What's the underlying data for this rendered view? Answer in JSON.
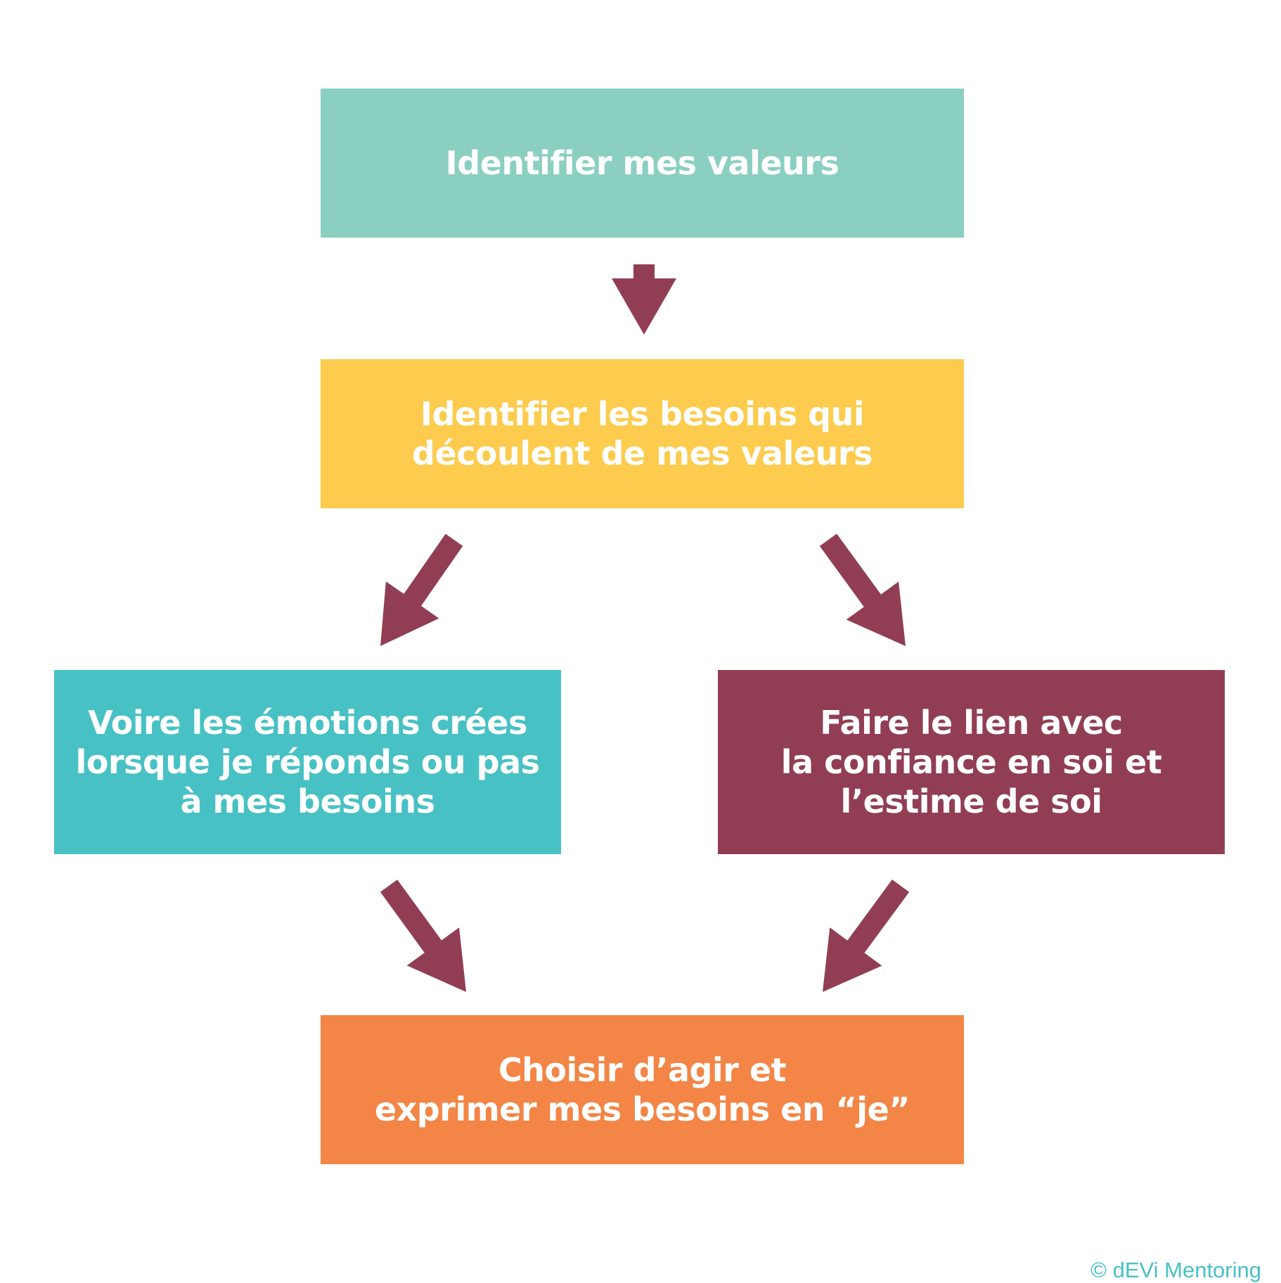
{
  "colors": {
    "values_box": "#8bcfc1",
    "needs_box": "#fdcb4d",
    "emotions_box": "#48c1c4",
    "esteem_box": "#913e55",
    "express_box": "#f38546",
    "arrow": "#913e55",
    "copyright": "#48c1c4"
  },
  "steps": {
    "values": {
      "lines": [
        "Identifier mes valeurs"
      ]
    },
    "needs": {
      "lines": [
        "Identifier les besoins qui",
        "découlent de mes valeurs"
      ]
    },
    "emotions": {
      "lines": [
        "Voire les émotions crées",
        "lorsque je réponds ou pas",
        "à mes besoins"
      ]
    },
    "esteem": {
      "lines": [
        "Faire le lien avec",
        "la confiance en soi et",
        "l’estime de soi"
      ]
    },
    "express": {
      "lines": [
        "Choisir d’agir et",
        "exprimer mes besoins en “je”"
      ]
    }
  },
  "arrows": [
    {
      "from": "values",
      "to": "needs"
    },
    {
      "from": "needs",
      "to": "emotions"
    },
    {
      "from": "needs",
      "to": "esteem"
    },
    {
      "from": "emotions",
      "to": "express"
    },
    {
      "from": "esteem",
      "to": "express"
    }
  ],
  "copyright": "© dEVi Mentoring"
}
